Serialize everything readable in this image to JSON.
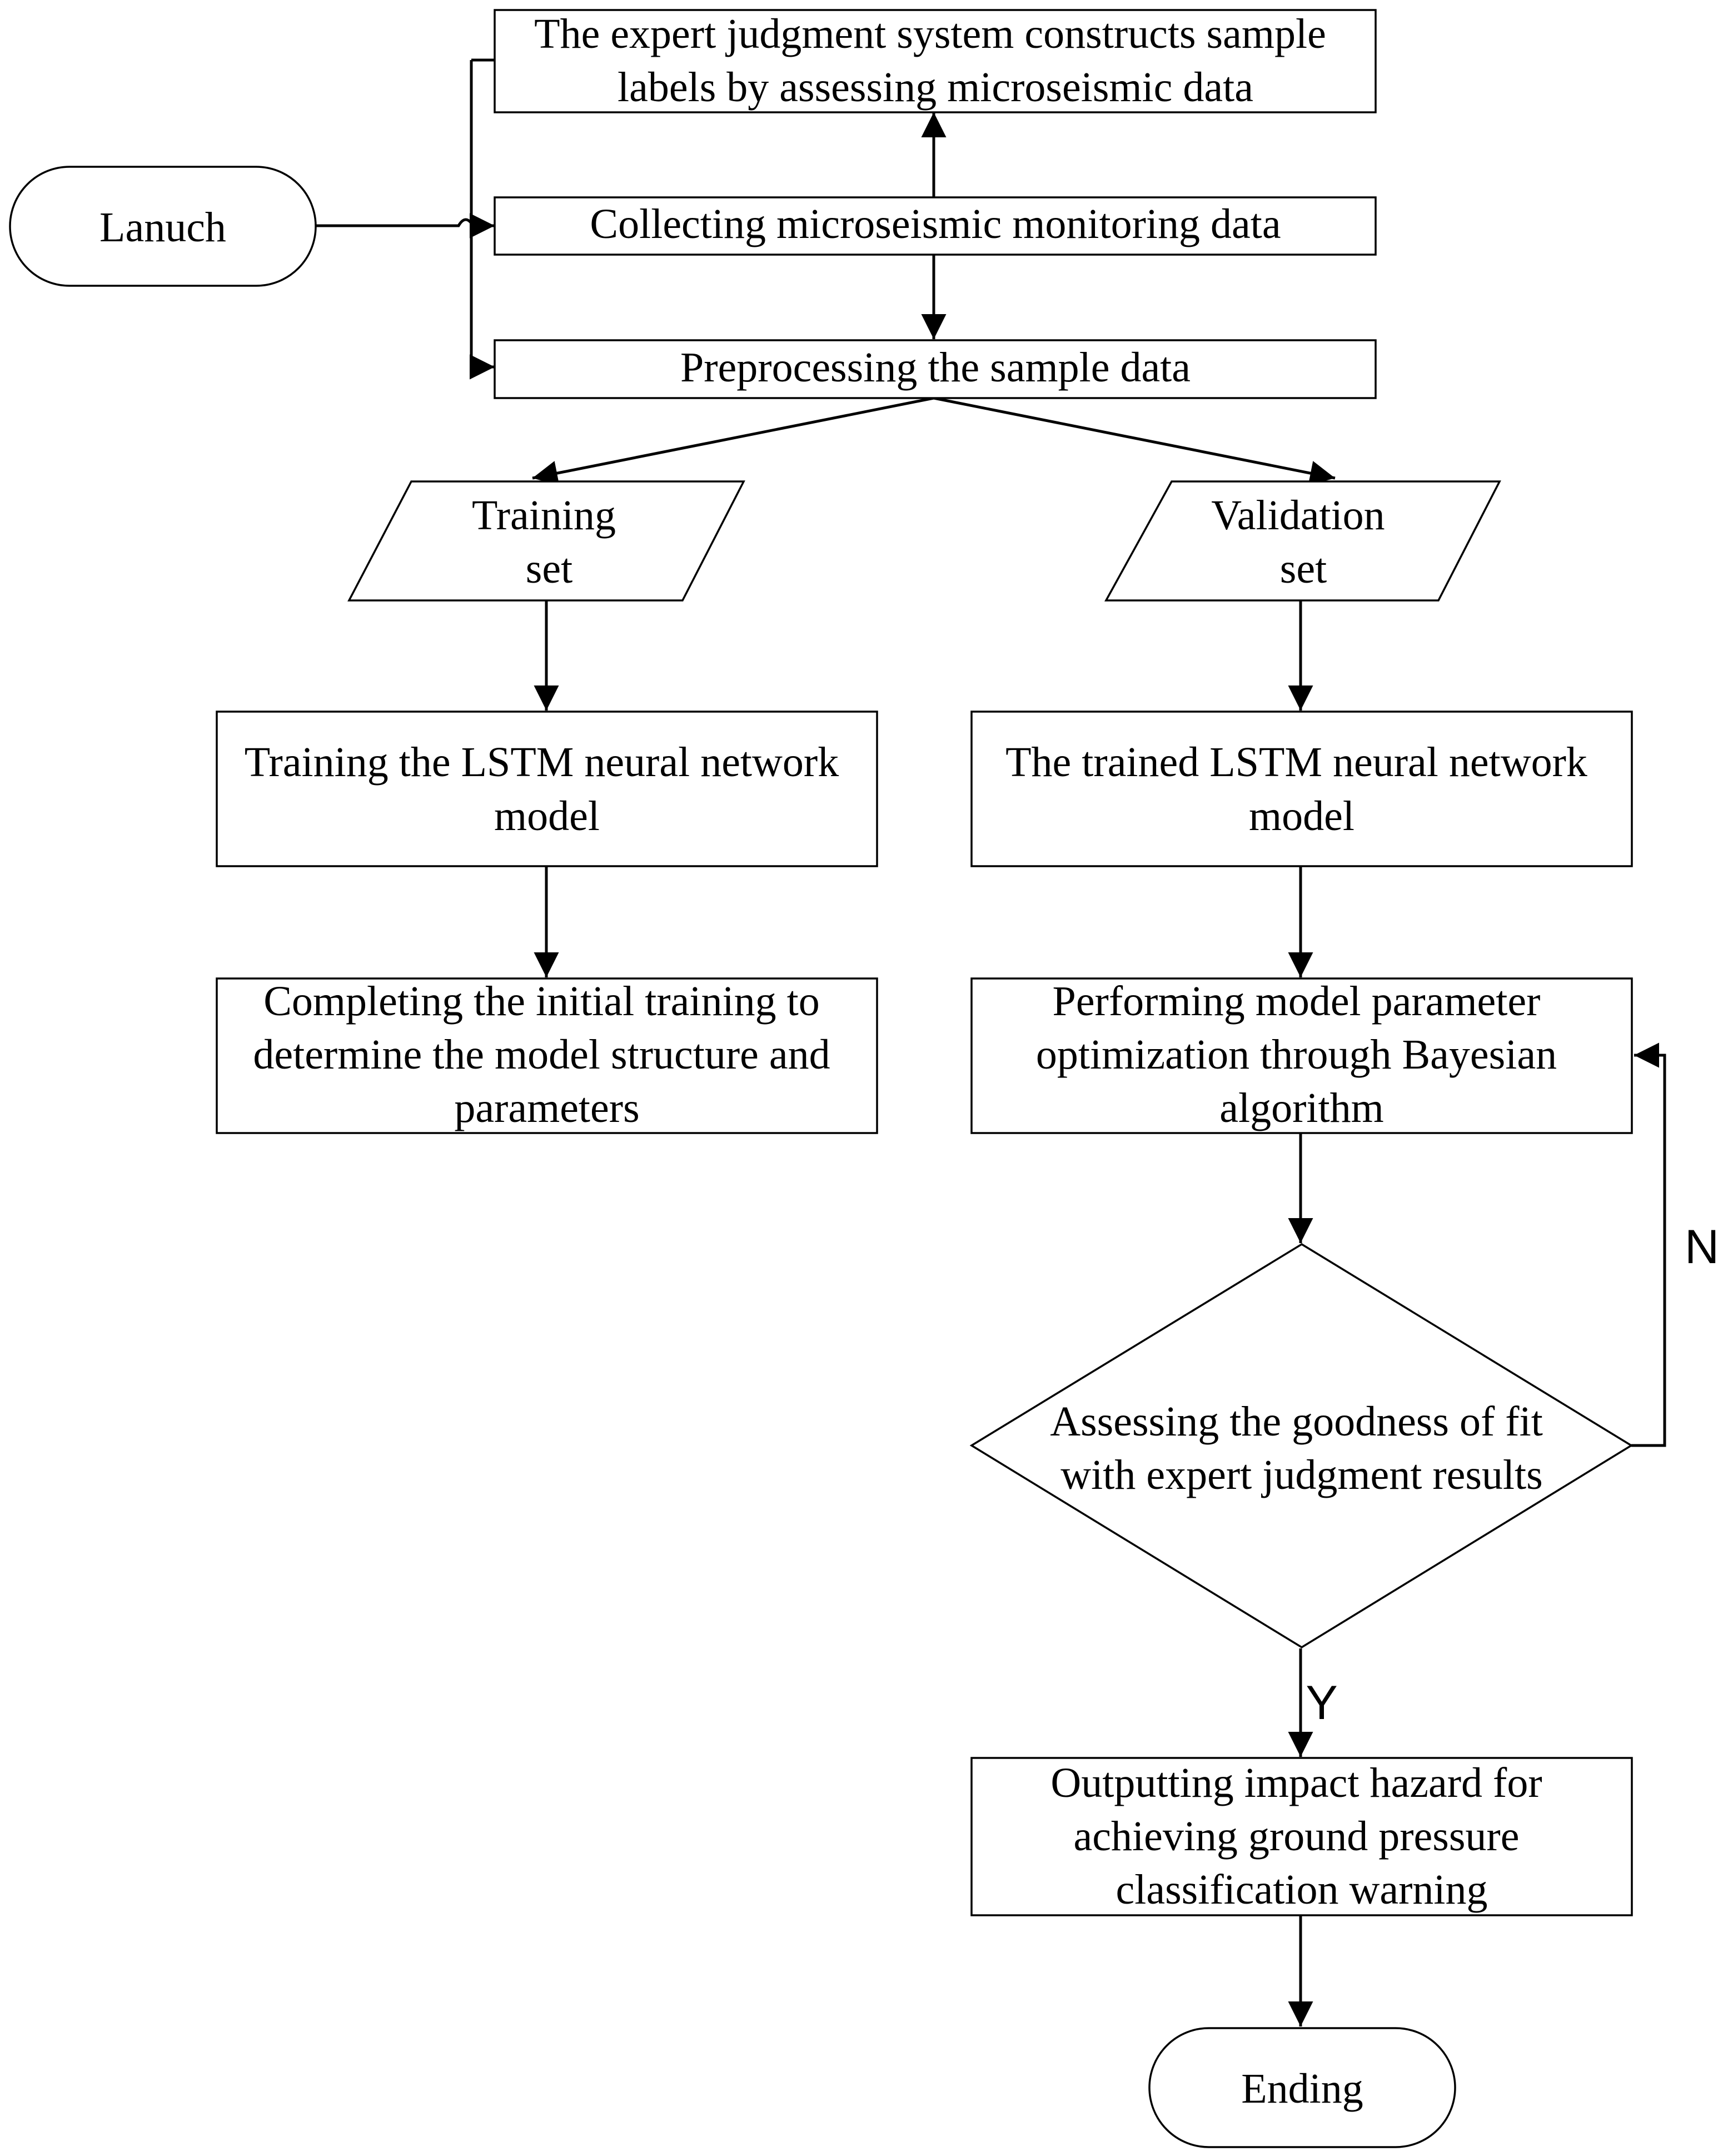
{
  "nodes": {
    "launch": {
      "label": "Lanuch"
    },
    "expert": {
      "lines": [
        "The expert judgment system constructs sample",
        "labels by assessing microseismic data"
      ]
    },
    "collect": {
      "label": "Collecting microseismic monitoring data"
    },
    "preprocess": {
      "label": "Preprocessing the sample data"
    },
    "training_set": {
      "lines": [
        "Training",
        "set"
      ]
    },
    "validation_set": {
      "lines": [
        "Validation",
        "set"
      ]
    },
    "train_lstm": {
      "lines": [
        "Training the LSTM neural network",
        "model"
      ]
    },
    "trained_lstm": {
      "lines": [
        "The trained LSTM neural network",
        "model"
      ]
    },
    "complete_init": {
      "lines": [
        "Completing the initial training to",
        "determine the model structure and",
        "parameters"
      ]
    },
    "bayes": {
      "lines": [
        "Performing model parameter",
        "optimization through Bayesian",
        "algorithm"
      ]
    },
    "assess": {
      "lines": [
        "Assessing the goodness of fit",
        "with expert judgment results"
      ]
    },
    "output": {
      "lines": [
        "Outputting impact hazard for",
        "achieving ground pressure",
        "classification warning"
      ]
    },
    "ending": {
      "label": "Ending"
    }
  },
  "edges": {
    "no_label": "N",
    "yes_label": "Y"
  }
}
